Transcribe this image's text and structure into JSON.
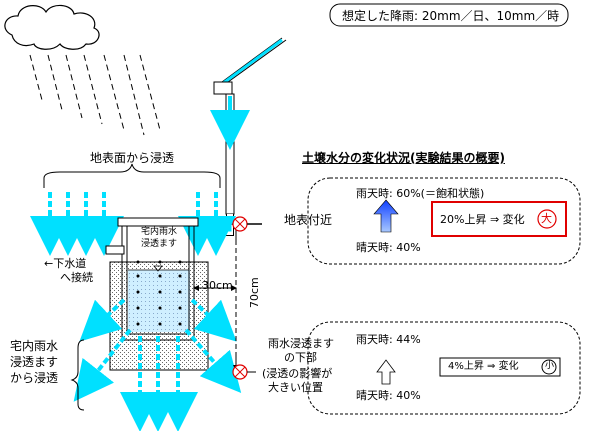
{
  "header": {
    "rain_condition": "想定した降雨: 20mm／日、10mm／時"
  },
  "left_labels": {
    "surface_infiltration": "地表面から浸透",
    "sewer_connection_line1": "←下水道",
    "sewer_connection_line2": "へ接続",
    "pit_label_line1": "宅内雨水",
    "pit_label_line2": "浸透ます",
    "from_pit_line1": "宅内雨水",
    "from_pit_line2": "浸透ます",
    "from_pit_line3": "から浸透",
    "width_dim": "30cm",
    "depth_dim": "70cm"
  },
  "results": {
    "title": "土壌水分の変化状況(実験結果の概要)",
    "upper": {
      "location": "地表付近",
      "rain": "雨天時: 60%(＝飽和状態)",
      "fine": "晴天時: 40%",
      "change_text": "20%上昇 ⇒ 変化",
      "change_mark": "大"
    },
    "lower": {
      "location_line1": "雨水浸透ます",
      "location_line2": "の下部",
      "location_line3": "(浸透の影響が",
      "location_line4": "大きい位置",
      "rain": "雨天時: 44%",
      "fine": "晴天時: 40%",
      "change_text": "4%上昇 ⇒ 変化",
      "change_mark": "小"
    }
  },
  "colors": {
    "water": "#00e0ff",
    "highlight": "#e00000",
    "arrow_big": "#2050ff"
  }
}
